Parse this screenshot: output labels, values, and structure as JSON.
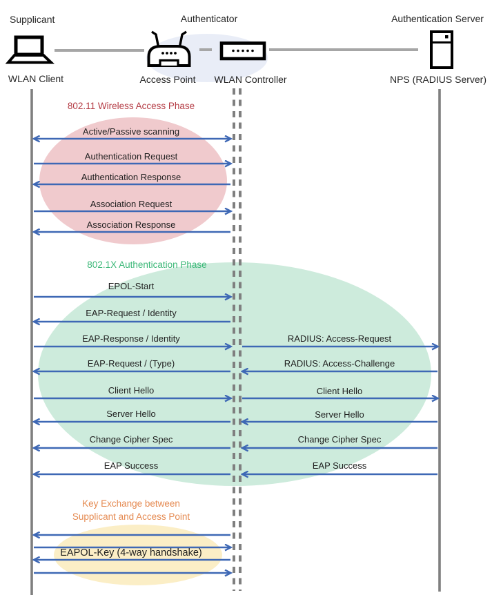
{
  "header": {
    "roles": {
      "supplicant": "Supplicant",
      "authenticator": "Authenticator",
      "authentication_server": "Authentication Server"
    },
    "devices": {
      "wlan_client": "WLAN Client",
      "access_point": "Access Point",
      "wlan_controller": "WLAN Controller",
      "nps_server": "NPS (RADIUS Server)"
    }
  },
  "phases": {
    "wireless": {
      "title": "802.11 Wireless Access Phase",
      "title_color": "#b43b44",
      "fill": "#f0cacd"
    },
    "dot1x": {
      "title": "802.1X Authentication Phase",
      "title_color": "#3cb878",
      "fill": "#cdebdc"
    },
    "key_exchange": {
      "title_line1": "Key Exchange between",
      "title_line2": "Supplicant and Access Point",
      "title_color": "#e58a51",
      "fill": "#fbeec6"
    }
  },
  "messages": {
    "client_to_controller": [
      {
        "label": "Active/Passive scanning",
        "direction": "both"
      },
      {
        "label": "Authentication Request",
        "direction": "right"
      },
      {
        "label": "Authentication Response",
        "direction": "left"
      },
      {
        "label": "Association Request",
        "direction": "right"
      },
      {
        "label": "Association Response",
        "direction": "left"
      },
      {
        "label": "EPOL-Start",
        "direction": "right"
      },
      {
        "label": "EAP-Request / Identity",
        "direction": "left"
      },
      {
        "label": "EAP-Response / Identity",
        "direction": "right"
      },
      {
        "label": "EAP-Request / (Type)",
        "direction": "left"
      },
      {
        "label": "Client Hello",
        "direction": "right"
      },
      {
        "label": "Server Hello",
        "direction": "left"
      },
      {
        "label": "Change Cipher Spec",
        "direction": "left"
      },
      {
        "label": "EAP Success",
        "direction": "left"
      },
      {
        "label": "EAPOL-Key (4-way handshake)",
        "direction": "both"
      }
    ],
    "controller_to_server": [
      {
        "label": "RADIUS: Access-Request",
        "direction": "right"
      },
      {
        "label": "RADIUS: Access-Challenge",
        "direction": "left"
      },
      {
        "label": "Client Hello",
        "direction": "right"
      },
      {
        "label": "Server Hello",
        "direction": "left"
      },
      {
        "label": "Change Cipher Spec",
        "direction": "left"
      },
      {
        "label": "EAP Success",
        "direction": "left"
      }
    ]
  },
  "colors": {
    "arrow": "#3e68b5",
    "lifeline": "#7f7f7f",
    "topology_link": "#a6a6a6",
    "authenticator_ellipse": "#e9edf7",
    "icon": "#000000",
    "text": "#262626"
  }
}
